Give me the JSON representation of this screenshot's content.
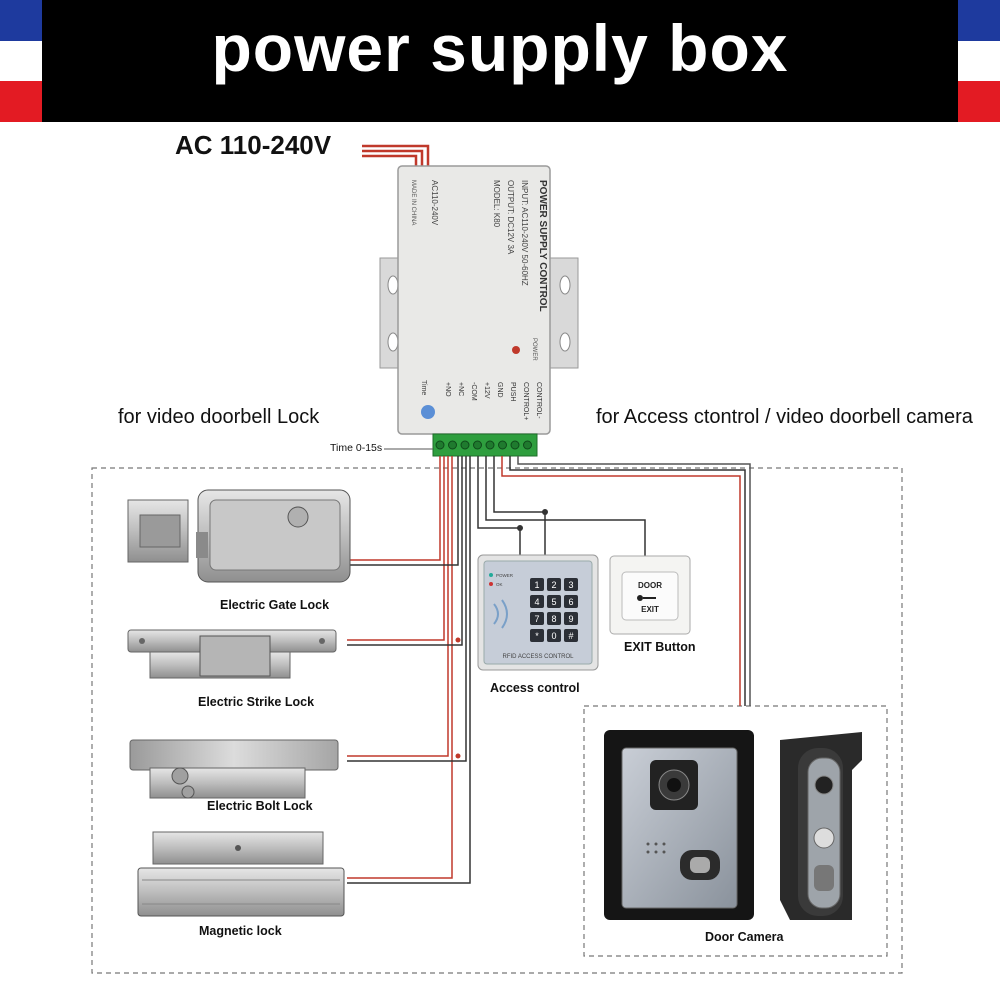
{
  "banner": {
    "title": "power supply box"
  },
  "input_label": "AC 110-240V",
  "power_box": {
    "title": "POWER SUPPLY CONTROL",
    "specs": [
      "INPUT: AC110-240V 50-60HZ",
      "OUTPUT: DC12V 3A",
      "MODEL: K80"
    ],
    "side_text": "AC110-240V",
    "made_in": "MADE IN CHINA",
    "power_label": "POWER",
    "time_label": "Time",
    "terminals": [
      "+NO",
      "+NC",
      "-COM",
      "+12V",
      "GND",
      "PUSH",
      "CONTROL+",
      "CONTROL-"
    ]
  },
  "time_note": "Time 0-15s",
  "sections": {
    "left": "for video doorbell Lock",
    "right": "for Access ctontrol / video doorbell camera"
  },
  "devices": {
    "gate_lock": "Electric Gate Lock",
    "strike_lock": "Electric Strike Lock",
    "bolt_lock": "Electric Bolt Lock",
    "magnetic_lock": "Magnetic lock",
    "access_control": "Access control",
    "exit_button": "EXIT Button",
    "door_camera": "Door  Camera"
  },
  "keypad": {
    "keys": [
      "1",
      "2",
      "3",
      "4",
      "5",
      "6",
      "7",
      "8",
      "9",
      "*",
      "0",
      "#"
    ],
    "footer": "RFID ACCESS CONTROL",
    "leds": [
      "POWER",
      "OK"
    ]
  },
  "exit_plate": {
    "line1": "DOOR",
    "line2": "EXIT"
  },
  "colors": {
    "wire_red": "#c0392b",
    "wire_dark": "#333333",
    "banner": "#000000",
    "terminal": "#2e9e3e"
  }
}
